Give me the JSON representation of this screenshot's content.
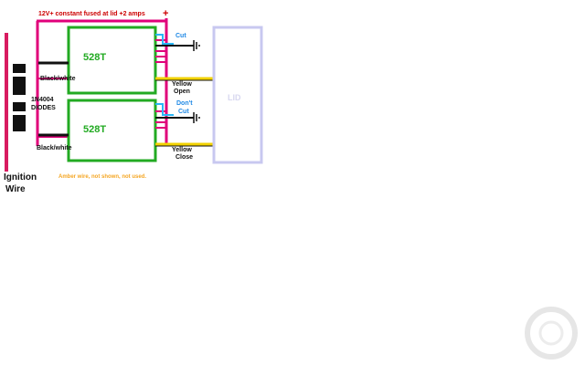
{
  "labels": {
    "power_note": "12V+ constant fused at lid +2 amps",
    "plus_sign": "+",
    "relay_top": "528T",
    "relay_bottom": "528T",
    "cut": "Cut",
    "dont_cut_1": "Don't",
    "dont_cut_2": "Cut",
    "yellow_open_1": "Yellow",
    "yellow_open_2": "Open",
    "yellow_close_1": "Yellow",
    "yellow_close_2": "Close",
    "lid": "LID",
    "black_white_top": "Black/white",
    "black_white_bottom": "Black/white",
    "diodes_1": "1N4004",
    "diodes_2": "DIODES",
    "ignition_1": "Ignition",
    "ignition_2": "Wire",
    "amber_note": "Amber wire, not shown, not used."
  },
  "colors": {
    "constant_wire": "#e0007a",
    "ignition_wire": "#d81b60",
    "relay_box": "#22aa22",
    "cut_wire": "#29b6f6",
    "yellow_wire": "#f2d200",
    "lid_box": "#c8c8f0",
    "amber_text": "#f5a623",
    "plus_color": "#cc0000"
  },
  "icons": [
    "ground-icon",
    "diode-icon"
  ]
}
